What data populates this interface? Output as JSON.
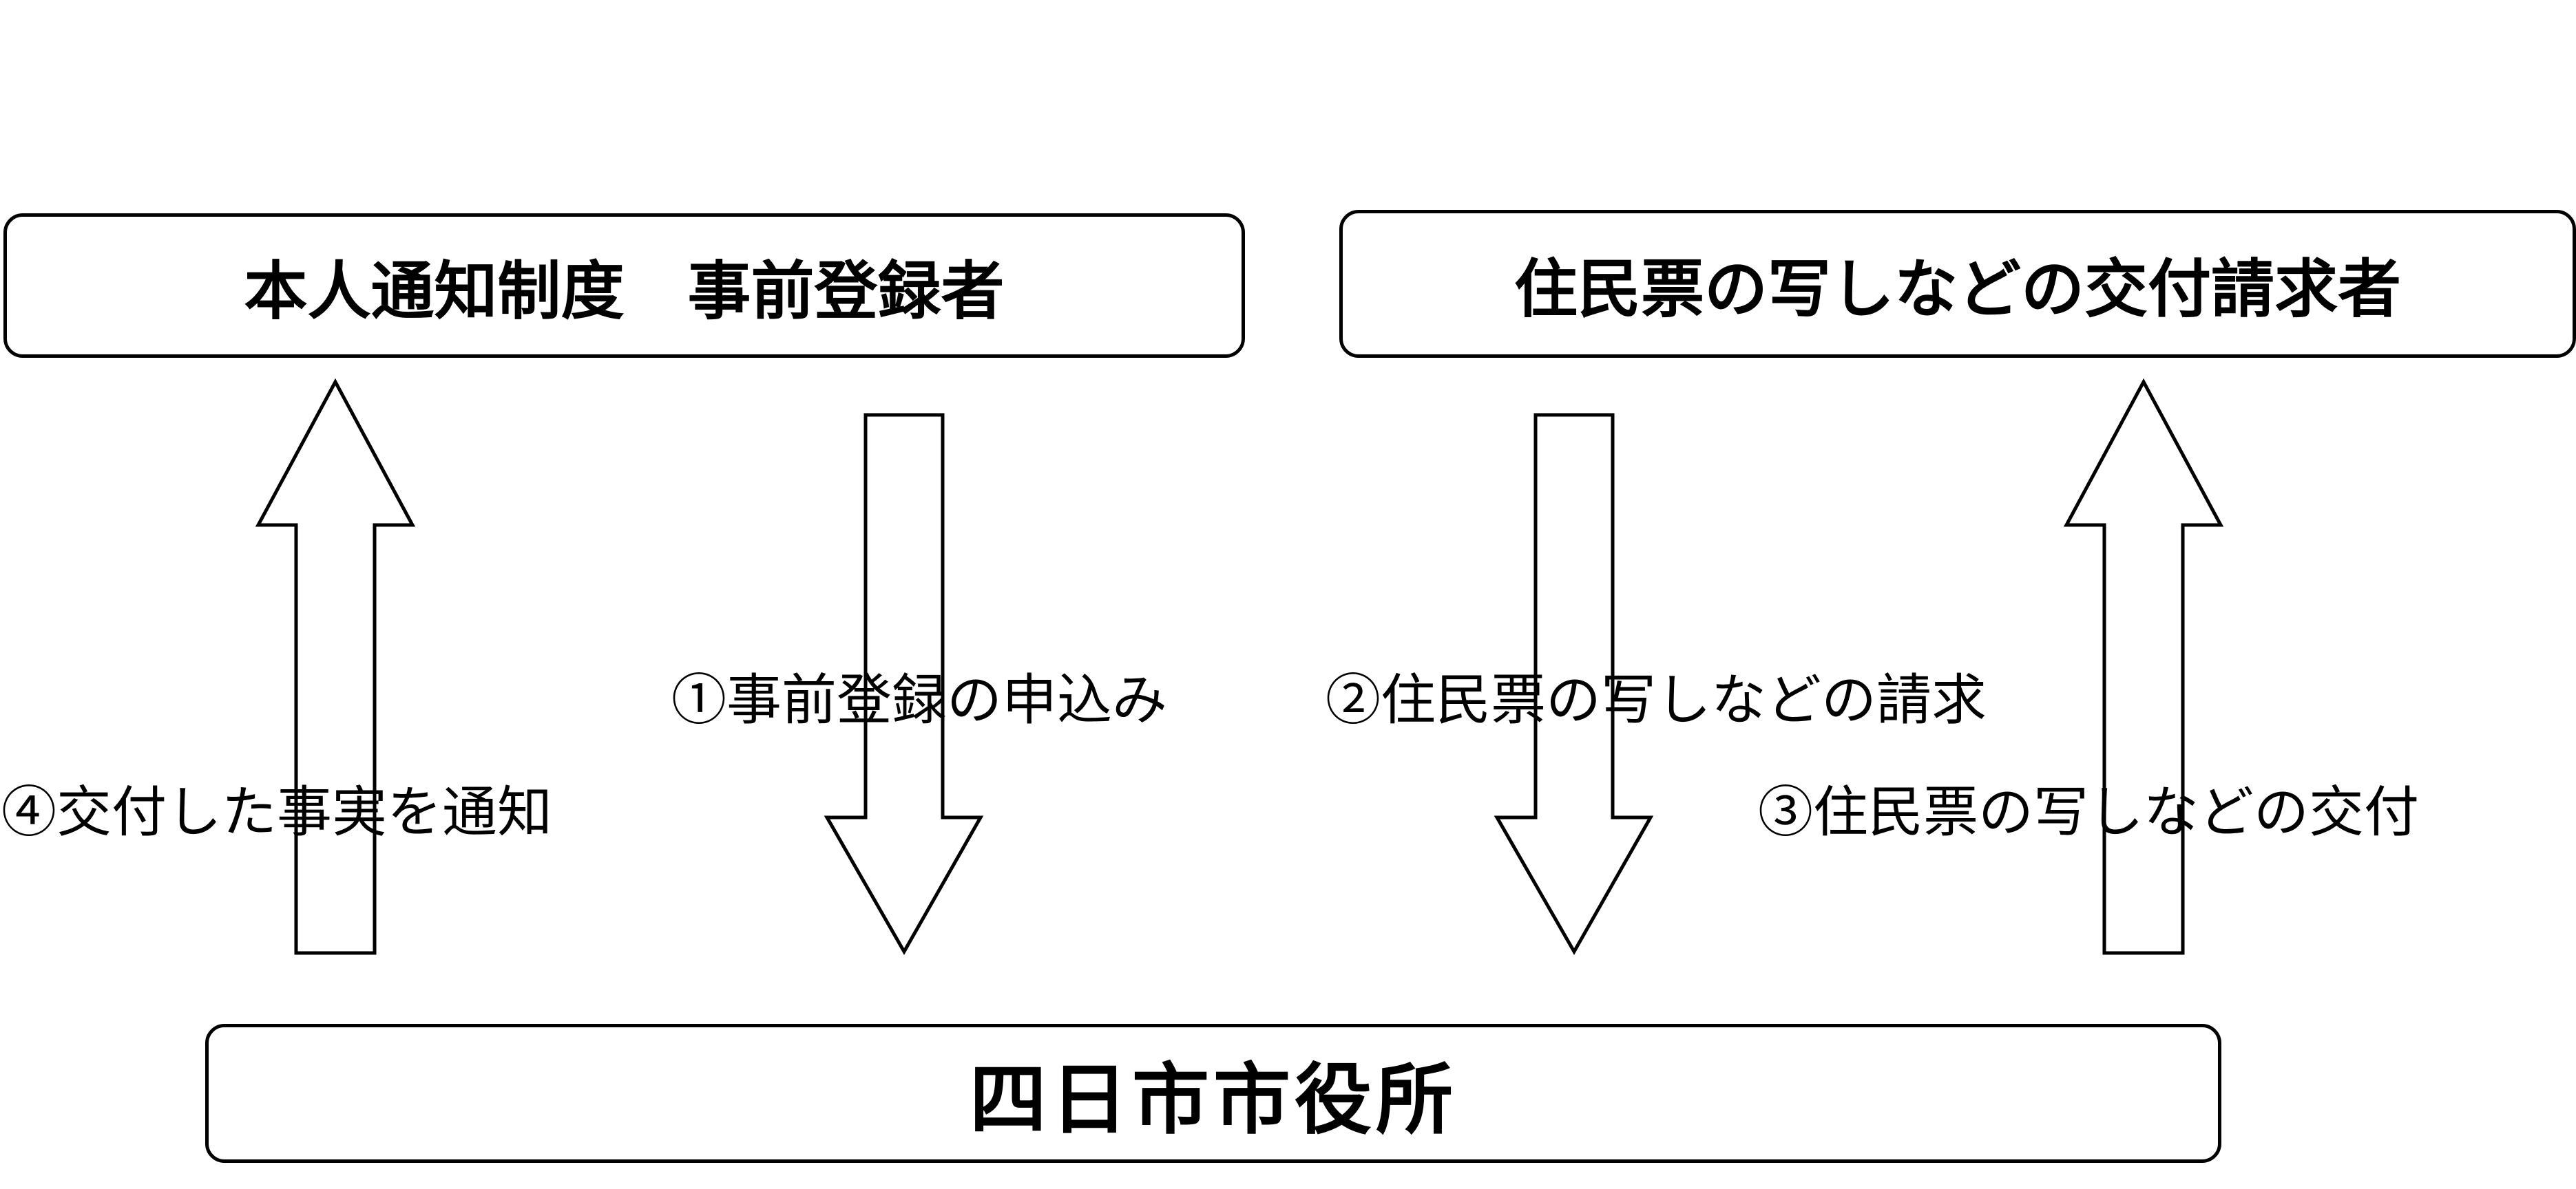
{
  "boxes": {
    "registrant": "本人通知制度　事前登録者",
    "requester": "住民票の写しなどの交付請求者",
    "city_office": "四日市市役所"
  },
  "steps": {
    "step1": "①事前登録の申込み",
    "step2": "②住民票の写しなどの請求",
    "step3": "③住民票の写しなどの交付",
    "step4": "④交付した事実を通知"
  },
  "arrows": [
    {
      "name": "step4-notify",
      "from": "city_office",
      "to": "registrant",
      "direction": "up"
    },
    {
      "name": "step1-register",
      "from": "registrant",
      "to": "city_office",
      "direction": "down"
    },
    {
      "name": "step2-request",
      "from": "requester",
      "to": "city_office",
      "direction": "down"
    },
    {
      "name": "step3-issue",
      "from": "city_office",
      "to": "requester",
      "direction": "up"
    }
  ],
  "colors": {
    "stroke": "#000000",
    "fill": "#ffffff",
    "text": "#000000"
  }
}
